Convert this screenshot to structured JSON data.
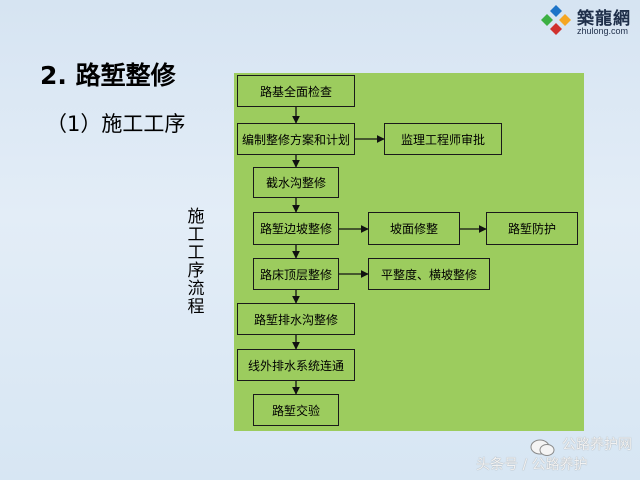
{
  "logo": {
    "title": "築龍網",
    "url": "zhulong.com"
  },
  "title": "2. 路堑整修",
  "subtitle": "（1）施工工序",
  "vertical_label": "施工工序流程",
  "flow": {
    "site_inspection": "路基全面检查",
    "plan": "编制整修方案和计划",
    "supervisor_approval": "监理工程师审批",
    "intercept_ditch": "截水沟整修",
    "cut_slope": "路堑边坡整修",
    "slope_surface": "坡面修整",
    "cut_protection": "路堑防护",
    "subgrade_top": "路床顶层整修",
    "flatness_crossfall": "平整度、横坡整修",
    "cut_drain": "路堑排水沟整修",
    "external_drainage": "线外排水系统连通",
    "acceptance": "路堑交验"
  },
  "watermark": {
    "line1": "公路养护网",
    "line2": "头条号 / 公路养护"
  },
  "colors": {
    "diagram_fill": "#9ccc5e",
    "background": "#dbe7f3"
  }
}
